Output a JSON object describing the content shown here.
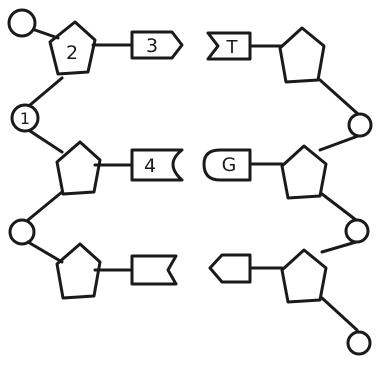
{
  "diagram": {
    "labels": {
      "sugar_top_left": "2",
      "base_top_left": "3",
      "phosphate_mid_left": "1",
      "base_mid_left": "4",
      "base_top_right": "T",
      "base_mid_right": "G"
    },
    "colors": {
      "stroke": "#1a1a1a",
      "background": "#ffffff"
    }
  }
}
